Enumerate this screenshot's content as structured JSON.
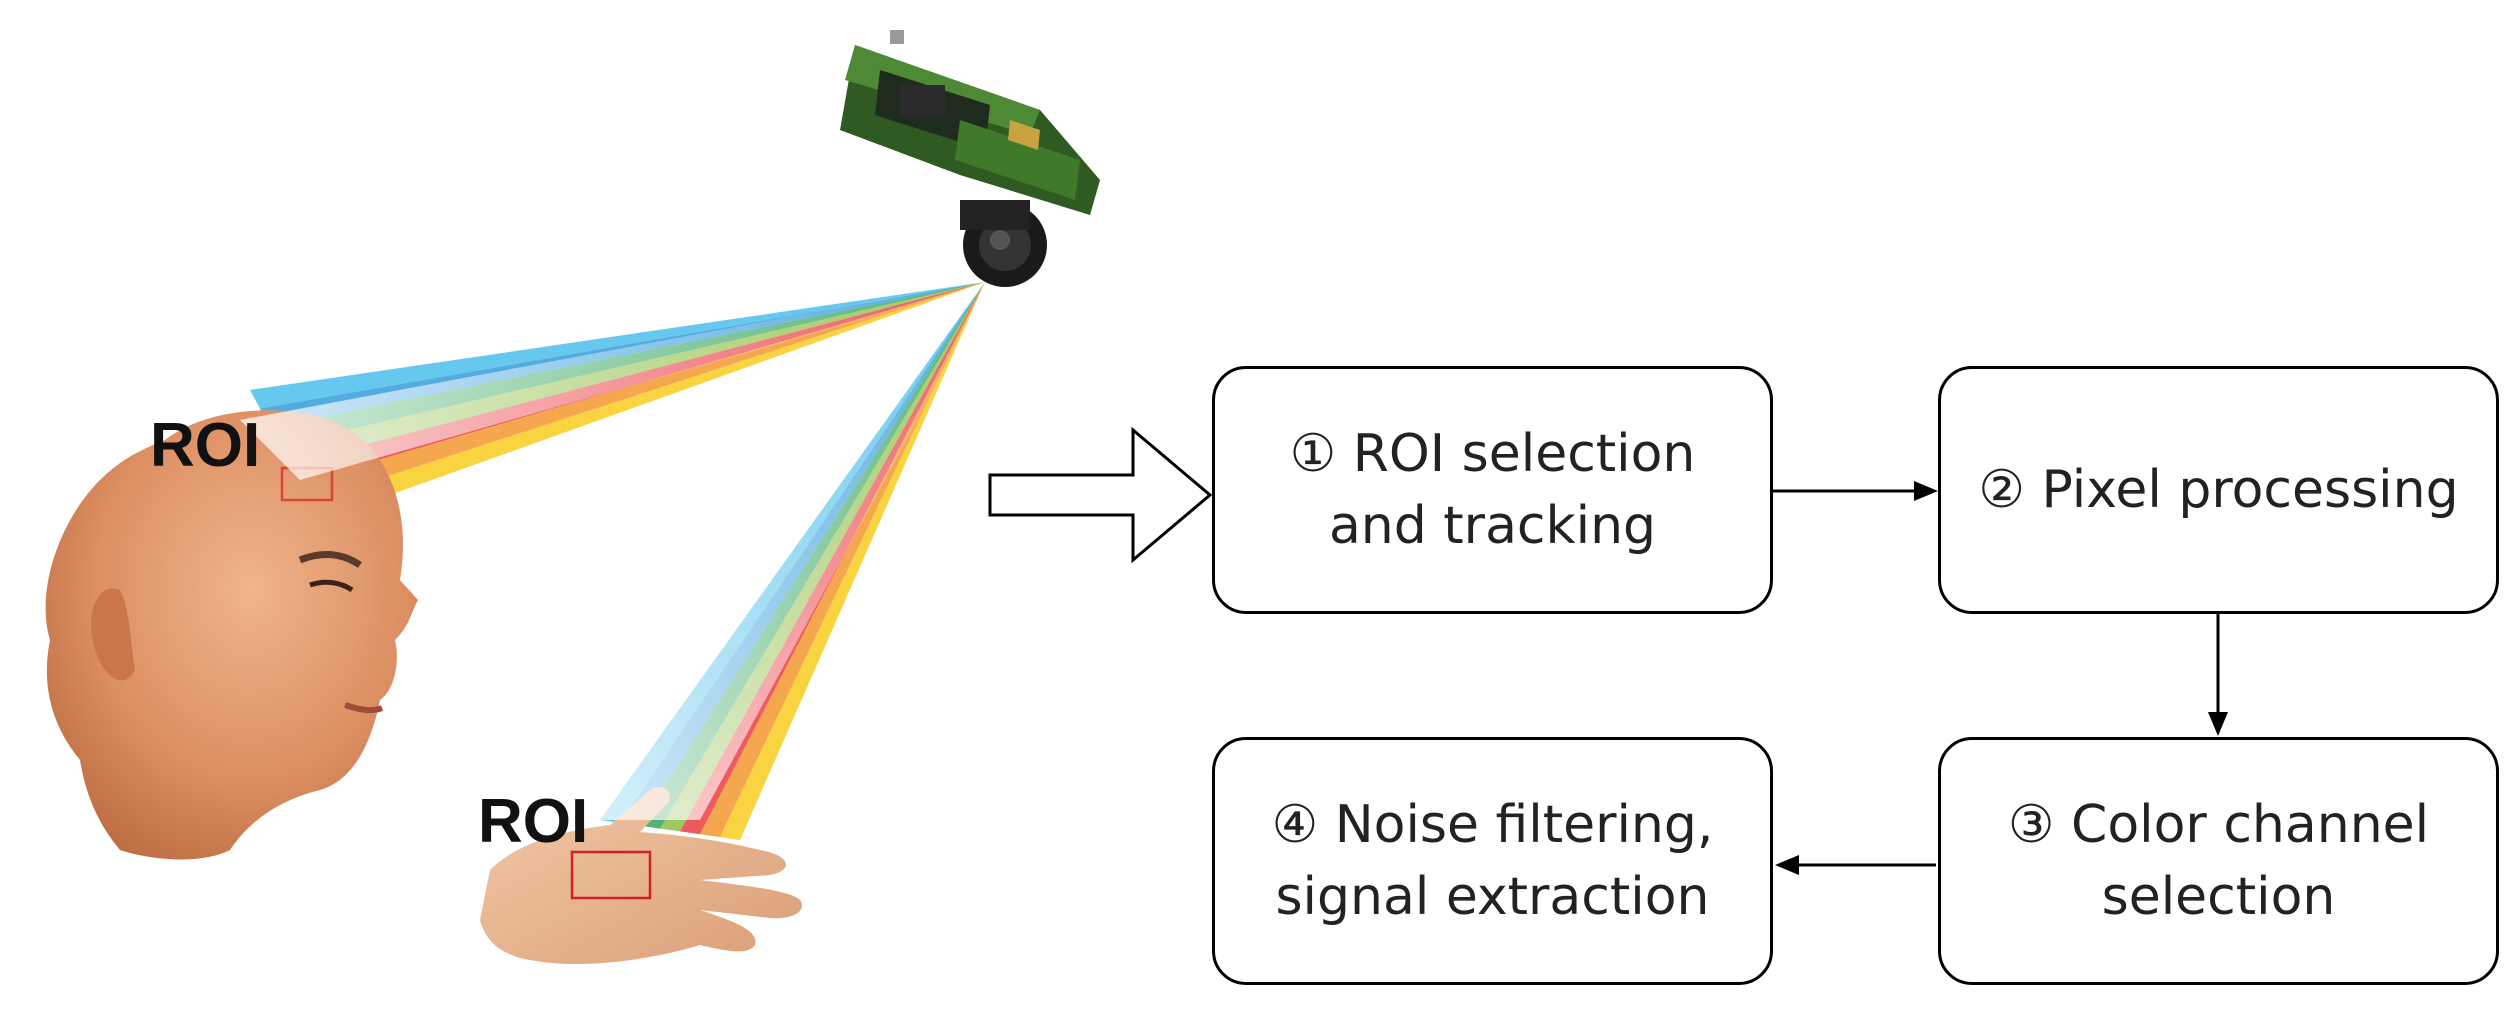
{
  "roi_labels": {
    "head": "ROI",
    "hand": "ROI"
  },
  "steps": [
    {
      "lines": [
        "① ROI selection",
        "and tracking"
      ]
    },
    {
      "lines": [
        "② Pixel processing"
      ]
    },
    {
      "lines": [
        "③ Color channel",
        "selection"
      ]
    },
    {
      "lines": [
        "④ Noise filtering,",
        "signal extraction"
      ]
    }
  ],
  "colors": {
    "beam": [
      "#f7c600",
      "#f28a14",
      "#e8232a",
      "#7fb62b",
      "#1a9a4a",
      "#1b8fd6",
      "#33b5e8"
    ],
    "roi_box": "#d62020",
    "skin": "#e29a6f",
    "camera_board": "#3d7a2c"
  },
  "icons": [
    "camera-icon",
    "head-icon",
    "hand-icon",
    "big-arrow-icon"
  ]
}
